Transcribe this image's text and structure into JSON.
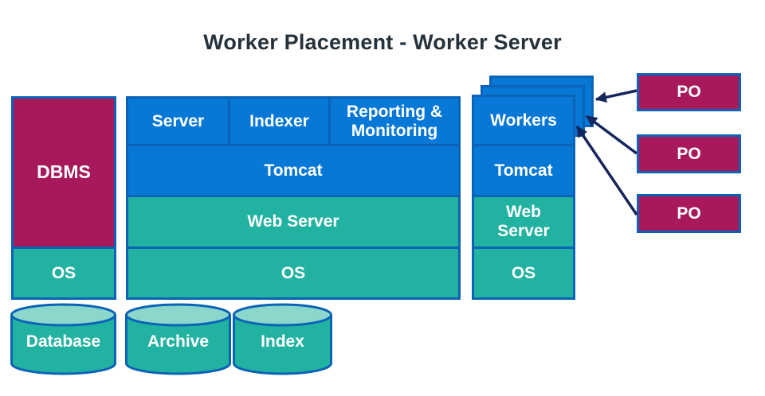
{
  "title": "Worker Placement - Worker Server",
  "colors": {
    "blue_fill": "#0878D7",
    "teal_fill": "#22B2A1",
    "magenta_fill": "#A8195B",
    "border_blue": "#0A63B6",
    "cylinder_top": "#8BD7CB",
    "arrow_navy": "#14265C",
    "title_color": "#25323B"
  },
  "database_server": {
    "dbms_label": "DBMS",
    "os_label": "OS",
    "database_label": "Database"
  },
  "app_server": {
    "apps": [
      "Server",
      "Indexer",
      "Reporting & Monitoring"
    ],
    "tomcat_label": "Tomcat",
    "web_server_label": "Web Server",
    "os_label": "OS",
    "stores": [
      "Archive",
      "Index"
    ]
  },
  "worker_server": {
    "workers_label": "Workers",
    "tomcat_label": "Tomcat",
    "web_server_label": "Web Server",
    "os_label": "OS"
  },
  "po": [
    "PO",
    "PO",
    "PO"
  ]
}
